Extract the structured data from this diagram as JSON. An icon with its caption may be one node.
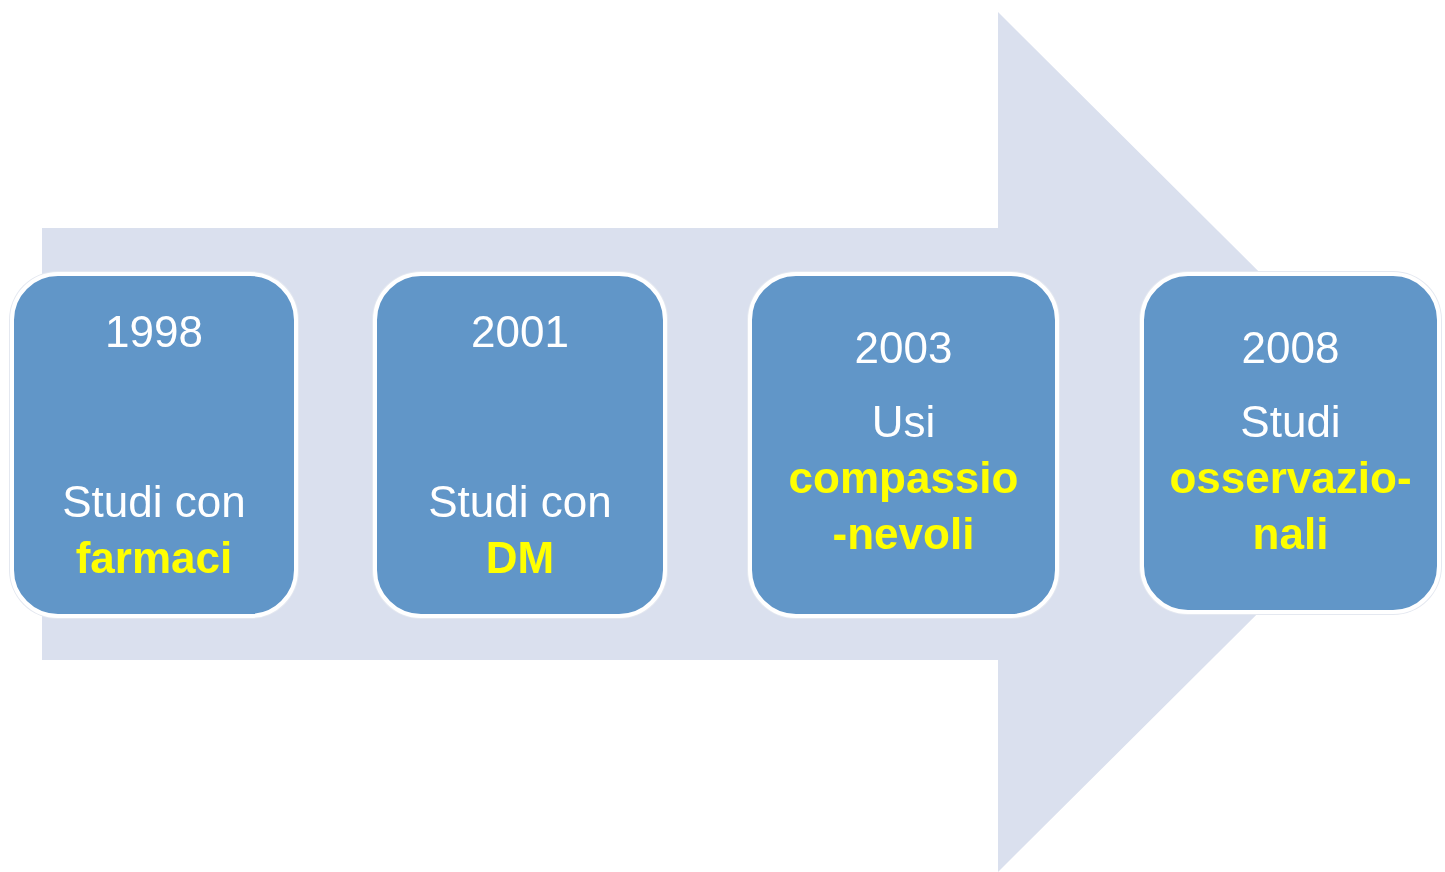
{
  "diagram": {
    "nodes": [
      {
        "text": [
          "1998",
          "Studi con **farmaci**"
        ]
      },
      {
        "text": [
          "2001",
          "Studi con **DM**"
        ]
      },
      {
        "text": [
          "2003",
          "Usi **compassio -nevoli**"
        ]
      },
      {
        "text": [
          "2008",
          "Studi **osservazio- nali**"
        ]
      }
    ],
    "edges": [
      {
        "from": 0,
        "to": 3,
        "arrow": "to"
      }
    ]
  }
}
